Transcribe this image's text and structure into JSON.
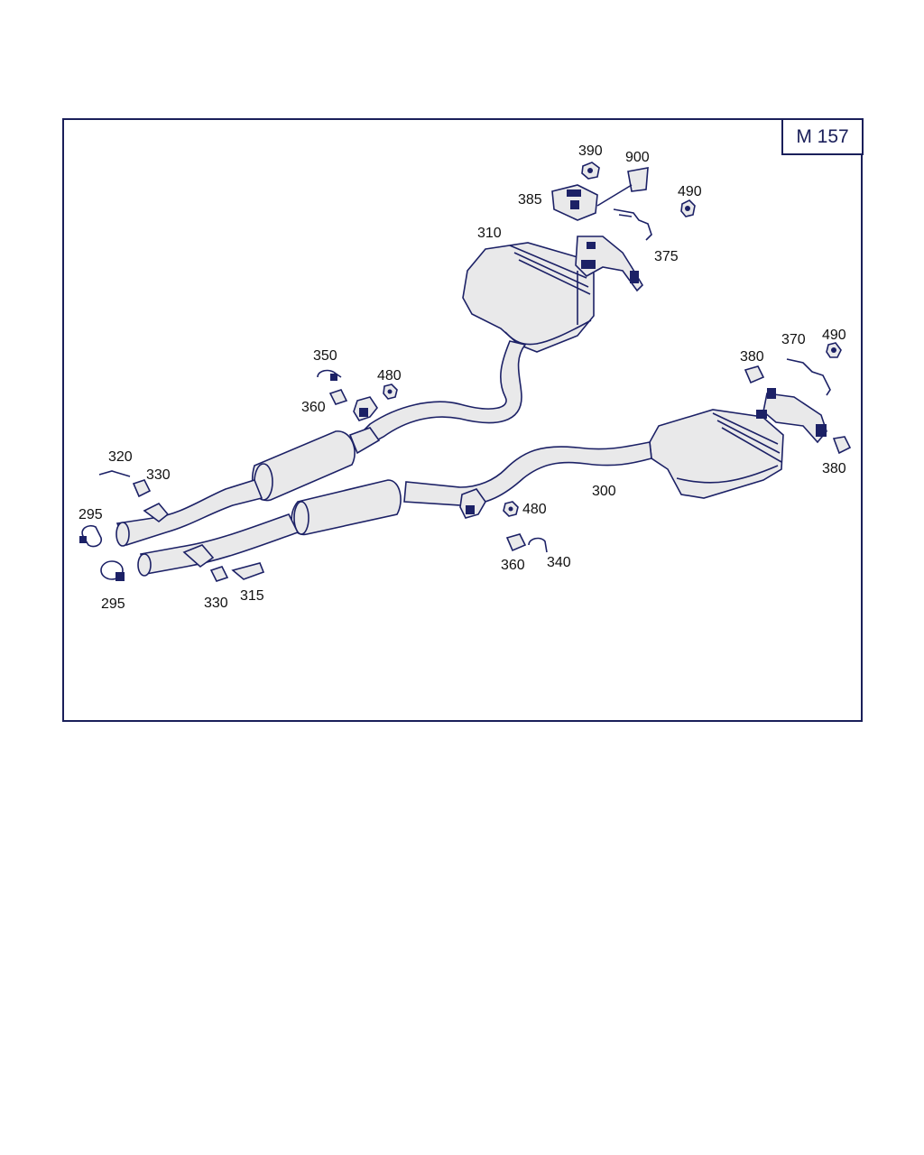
{
  "model_code": "M 157",
  "colors": {
    "line": "#1c2166",
    "fill": "#e9e9ea",
    "frame": "#1a1f5a"
  },
  "labels": {
    "l390": "390",
    "l900": "900",
    "l385": "385",
    "l490a": "490",
    "l375": "375",
    "l310": "310",
    "l350": "350",
    "l480a": "480",
    "l360a": "360",
    "l370": "370",
    "l490b": "490",
    "l380a": "380",
    "l380b": "380",
    "l300": "300",
    "l480b": "480",
    "l360b": "360",
    "l340": "340",
    "l320": "320",
    "l330a": "330",
    "l295a": "295",
    "l295b": "295",
    "l330b": "330",
    "l315": "315"
  }
}
